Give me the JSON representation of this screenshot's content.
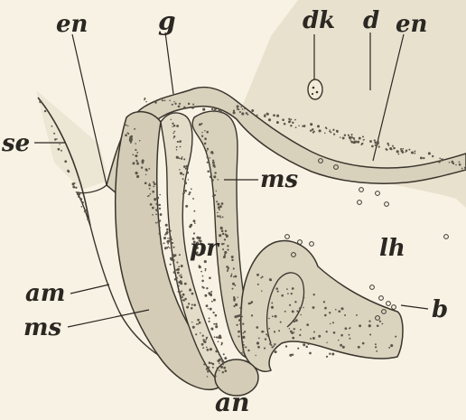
{
  "figure": {
    "colors": {
      "paper": "#f7f2e3",
      "shade": "#e8e1cd",
      "tissue": "#d8d1bc",
      "tissue_light": "#e3dcc8",
      "line": "#3a352d",
      "dots": "#5b544a"
    },
    "labels": {
      "en_left": "en",
      "g": "g",
      "dk": "dk",
      "d": "d",
      "en_right": "en",
      "se": "se",
      "ms_upper": "ms",
      "pr": "pr",
      "lh": "lh",
      "am": "am",
      "ms_lower": "ms",
      "b": "b",
      "an": "an"
    }
  }
}
